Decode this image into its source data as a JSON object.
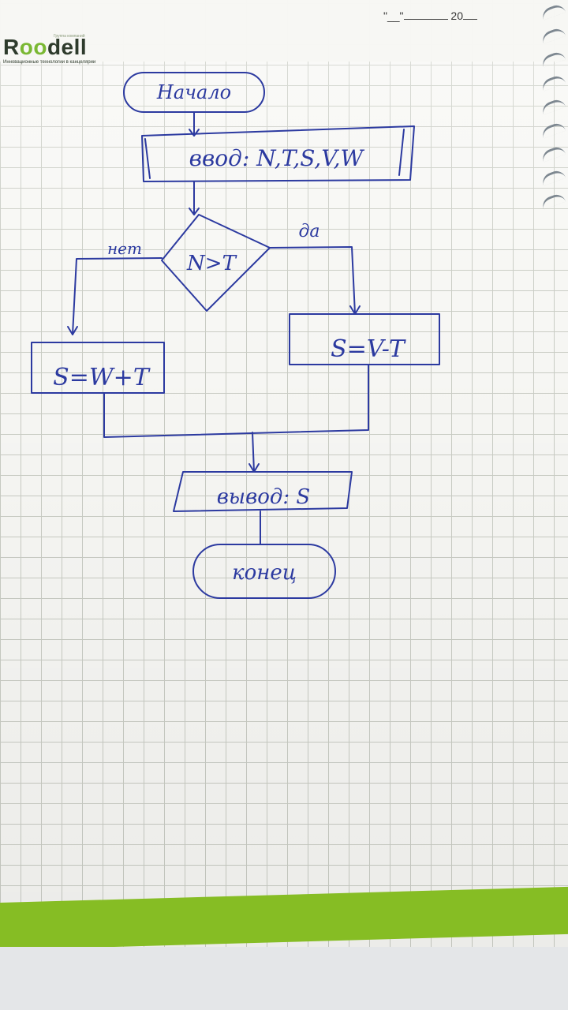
{
  "header": {
    "brand_prefix": "R",
    "brand_oo": "oo",
    "brand_suffix": "dell",
    "brand_tagline": "Инновационные технологии в канцелярии",
    "brand_super": "Группа компаний",
    "date_mark": "\"__\"",
    "year_mark": "20"
  },
  "flowchart": {
    "start": "Начало",
    "input": "ввод: N,T,S,V,W",
    "condition": "N>T",
    "branch_no": "нет",
    "branch_yes": "да",
    "action_no": "S=W+T",
    "action_yes": "S=V-T",
    "output": "вывод: S",
    "end": "конец"
  },
  "colors": {
    "ink": "#2c3aa0",
    "grid": "#c9ccc4",
    "accent_green": "#86bd24"
  }
}
